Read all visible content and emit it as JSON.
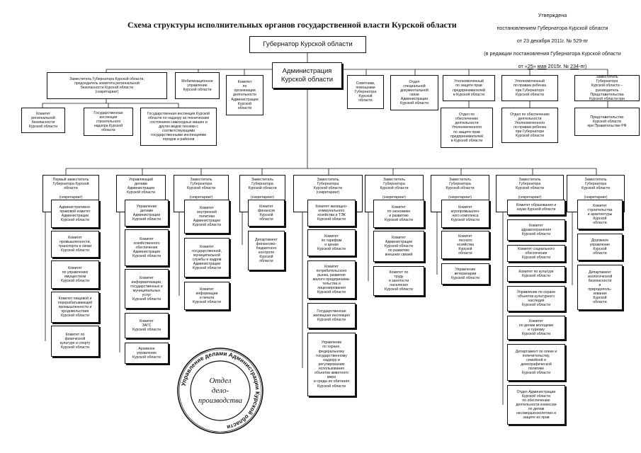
{
  "header": {
    "title": "Схема структуры исполнительных органов государственной власти Курской области",
    "approval": {
      "l1": "Утверждена",
      "l2": "постановлением Губернатора Курской области",
      "l3": "от 23 декабря 2011г. № 529-пг",
      "l4": "(в редакции постановления Губернатора Курской области",
      "date_prefix": "от «",
      "day": "25",
      "month_sep": "»",
      "month": "мая",
      "year": "2015г.  №",
      "number": "234",
      "suffix": "-пг)"
    }
  },
  "governor": "Губернатор Курской области",
  "administration": "Администрация\nКурской области",
  "level2": {
    "deputy_regional_security": "Заместитель Губернатора Курской области,\nпредседатель комитета  региональной\nбезопасности Курской области\n(секретариат)",
    "mobilization": "Мобилизационное\nуправление\nКурской области",
    "org_committee": "Комитет\nпо\nорганизации\nдеятельности\nАдминистрации\nКурской\nобласти",
    "advisors": "Советники,\nпомощники\nГубернатора\nКурской\nобласти",
    "special_comm": "Отдел\nспециальной\nдокументальной\nсвязи\nАдминистрации\nКурской области",
    "ombudsman_business": "Уполномоченный\nпо защите прав\nпредпринимателей\nв Курской области",
    "ombudsman_child": "Уполномоченный\nпо правам ребенка\nпри Губернаторе\nКурской области",
    "deputy_moscow": "Заместитель\nГубернатора\nКурской области –\nруководитель\nПредставительства\nКурской области при"
  },
  "level3": {
    "regional_security_committee": "Комитет\nрегиональной\nбезопасности\nКурской области",
    "construction_supervision": "Государственная\nинспекция\nстроительного\nнадзора Курской\nобласти",
    "gostekhnadzor": "Государственная инспекция Курской\nобласти по надзору за техническим\nсостоянием самоходных машин и\nдругих видов техники с\nсоответствующими\nгосударственными инспекциями\nгородов и районов",
    "business_ombudsman_office": "Отдел по\nобеспечению\nдеятельности\nУполномоченного\nпо защите прав\nпредпринимателей\nв Курской области",
    "child_ombudsman_office": "Отдел по обеспечению\nдеятельности\nУполномоченного\nпо правам ребенка\nпри  Губернаторе\nКурской области",
    "moscow_representation": "Представительство\nКурской области\nпри Правительстве РФ"
  },
  "columns": [
    {
      "head": "Первый заместитель\nГубернатора Курской\nобласти\n\n(секретариат)",
      "items": [
        "Административно-\nправовой комитет\nАдминистрации\nКурской области",
        "Комитет\nпромышленности,\nтранспорта и связи\nКурской области",
        "Комитет\nпо управлению\nимуществом\nКурской области",
        "Комитет пищевой и\nперерабатывающей\nпромышленности и\nпродовольствия\nКурской области",
        "Комитет по\nфизической\nкультуре и спорту\nКурской области"
      ]
    },
    {
      "head": "Управляющий\nделами\nАдминистрации\nКурской области",
      "items": [
        "Управление\nделами\nАдминистрации\nКурской области",
        "Комитет\nхозяйственного\nобеспечения\nАдминистрации\nКурской области",
        "Комитет\nинформатизации,\nгосударственных и\nмуниципальных\nуслуг\nКурской области",
        "Комитет\nЗАГС\nКурской области",
        "Архивное\nуправление\nКурской области"
      ]
    },
    {
      "head": "Заместитель\nГубернатора\nКурской области\n\n(секретариат)",
      "items": [
        "Комитет\nвнутренней\nполитики\nАдминистрации\nКурской области",
        "Комитет\nгосударственной,\nмуниципальной\nслужбы и кадров\nАдминистрации\nКурской области",
        "Комитет\nинформации\nи печати\nКурской области"
      ]
    },
    {
      "head": "Заместитель\nГубернатора\nКурской области\n\n(секретариат)",
      "items": [
        "Комитет\nфинансов\nКурской\nобласти",
        "Департамент\nфинансово-\nбюджетного\nконтроля\nКурской\nобласти"
      ]
    },
    {
      "head": "Заместитель\nГубернатора\nКурской области\n(секретариат)",
      "items": [
        "Комитет жилищно-\nкоммунального\nхозяйства и ТЭК\nКурской области",
        "Комитет\nпо тарифам\nи ценам\nКурской области",
        "Комитет\nпотребительского\nрынка, развития\nмалого предпринима-\nтельства и\nлицензирования\nКурской области",
        "Государственная\nжилищная инспекция\nКурской области",
        "Управление\nпо охране,\nфедеральному\nгосударственному\nнадзору и\nрегулированию\nиспользования\nобъектов  животного\nмира\nи среды их обитания\nКурской области"
      ]
    },
    {
      "head": "Заместитель\nГубернатора\nКурской области\n\n(секретариат)",
      "items": [
        "Комитет\nпо экономике\nи  развитию\nКурской области",
        "Комитет\nАдминистрации\nКурской области\nпо развитию\nвнешних связей",
        "Комитет по\nтруду\nи занятости\nнаселения\nКурской области"
      ]
    },
    {
      "head": "Заместитель\nГубернатора\nКурской области\n\n(секретариат)",
      "items": [
        "Комитет\nагропромышлен-\nного комплекса\nКурской области",
        "Комитет\nлесного\nхозяйства\nКурской\nобласти",
        "Управление\nветеринарии\nКурской области"
      ]
    },
    {
      "head": "Заместитель\nГубернатора\nКурской области\n\n(секретариат)",
      "items": [
        "Комитет образования и\nнауки Курской  области",
        "Комитет\nздравоохранения\nКурской области",
        "Комитет социального\nобеспечения\nКурской области",
        "Комитет  по культуре\nКурской области",
        "Управление по охране\nобъектов культурного\nнаследия\nКурской области",
        "Комитет\nпо делам молодежи\nи туризму\nКурской области",
        "Департамент по опеке и\nпопечительству,\nсемейной и\nдемографической\nполитике\nКурской области",
        "Отдел Администрации\nКурской области\nпо обеспечению\nдеятельности комиссии\nпо делам\nнесовершеннолетних и\nзащите их прав"
      ]
    },
    {
      "head": "Заместитель\nГубернатора\nКурской области\n\n(секретариат)",
      "items": [
        "Комитет\nстроительства\nи архитектуры\nКурской\nобласти",
        "Дорожное\nуправление\nКурской\nобласти",
        "Департамент\nэкологической\nбезопасности\nи\nприродополь-\nзования\nКурской\nобласти"
      ]
    }
  ],
  "stamp": {
    "ring_text": "Управление делами Администрации Курской области",
    "center": [
      "Отдел",
      "дело-",
      "производства"
    ]
  }
}
